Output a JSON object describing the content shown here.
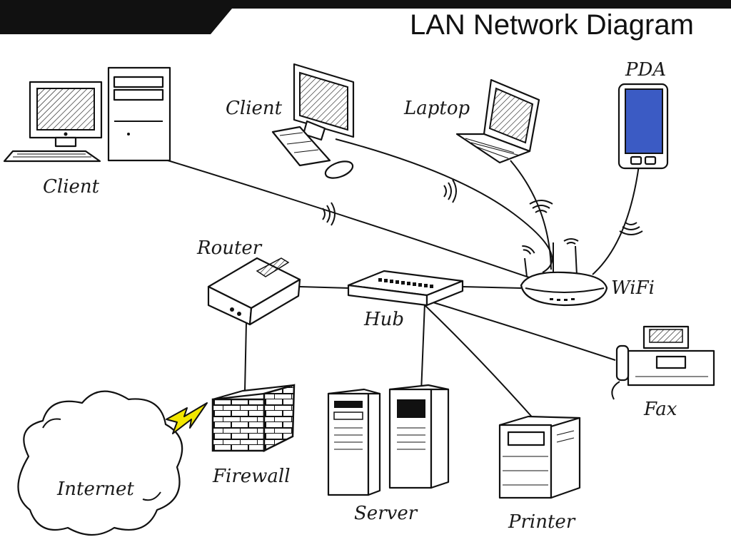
{
  "title": "LAN Network Diagram",
  "nodes": {
    "client_desktop": "Client",
    "client_monitor": "Client",
    "laptop": "Laptop",
    "pda": "PDA",
    "router": "Router",
    "hub": "Hub",
    "wifi": "WiFi",
    "fax": "Fax",
    "internet": "Internet",
    "firewall": "Firewall",
    "server": "Server",
    "printer": "Printer"
  },
  "colors": {
    "header_bar": "#111111",
    "pda_screen": "#3b5bc4",
    "lightning": "#f2e600",
    "ink": "#111111"
  }
}
